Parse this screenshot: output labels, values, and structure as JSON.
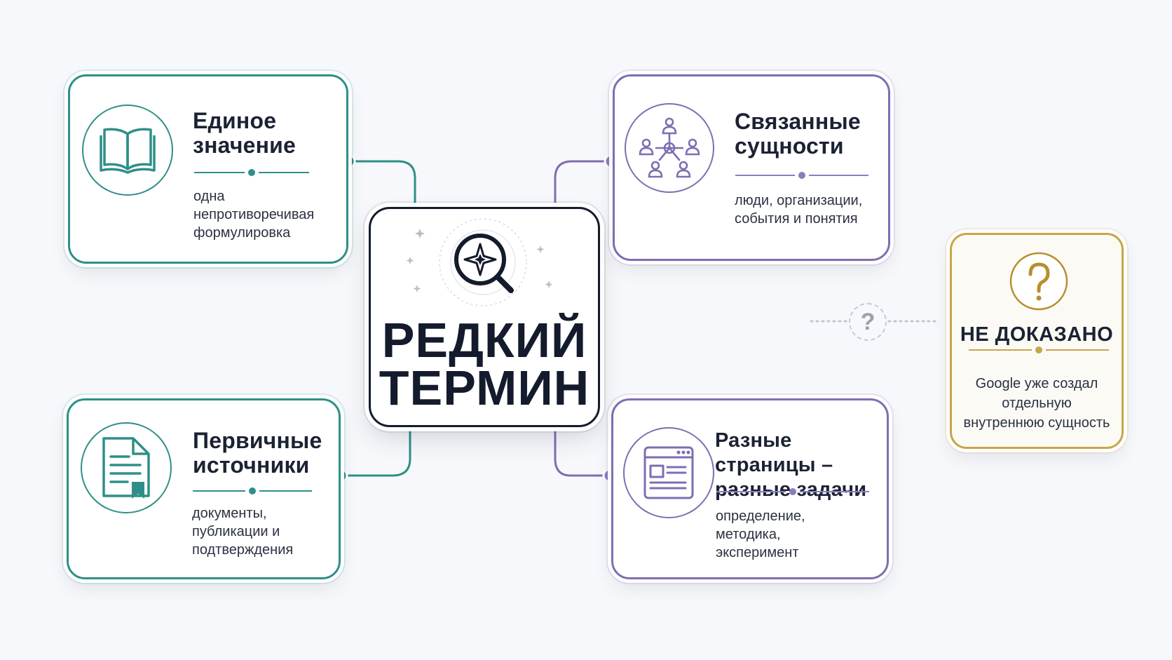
{
  "center": {
    "title_line1": "РЕДКИЙ",
    "title_line2": "ТЕРМИН",
    "icon": "magnifier-compass-icon"
  },
  "cards": {
    "single_meaning": {
      "title_line1": "Единое",
      "title_line2": "значение",
      "desc": [
        "одна",
        "непротиворечивая",
        "формулировка"
      ],
      "icon": "open-book-icon",
      "color": "#2e8f88"
    },
    "primary_sources": {
      "title_line1": "Первичные",
      "title_line2": "источники",
      "desc": [
        "документы,",
        "публикации и",
        "подтверждения"
      ],
      "icon": "document-bookmark-icon",
      "color": "#2e8f88"
    },
    "related_entities": {
      "title_line1": "Связанные",
      "title_line2": "сущности",
      "desc": [
        "люди, организации,",
        "события и понятия"
      ],
      "icon": "people-network-icon",
      "color": "#7f6eb2"
    },
    "different_pages": {
      "title_line1": "Разные страницы –",
      "title_line2": "разные задачи",
      "desc": [
        "определение,",
        "методика,",
        "эксперимент"
      ],
      "icon": "browser-window-icon",
      "color": "#7f6eb2"
    },
    "not_proven": {
      "title": "НЕ ДОКАЗАНО",
      "desc": [
        "Google уже создал",
        "отдельную",
        "внутреннюю сущность"
      ],
      "icon": "question-mark-icon",
      "color": "#c9a54a"
    }
  },
  "connector_question": "?",
  "colors": {
    "teal": "#2e8f88",
    "purple": "#7f6eb2",
    "gold": "#c9a54a",
    "dark": "#131b2c",
    "background": "#f7f8fb"
  }
}
